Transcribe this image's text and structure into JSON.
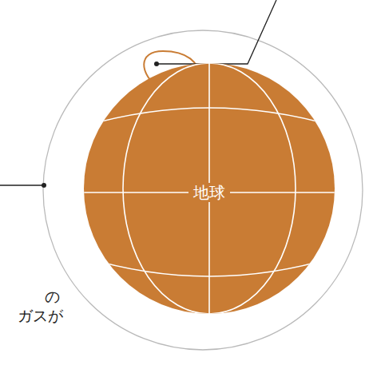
{
  "diagram": {
    "nodes": [
      {
        "text": [
          "地球"
        ]
      }
    ],
    "labels": [
      "の",
      "ガスが"
    ]
  }
}
